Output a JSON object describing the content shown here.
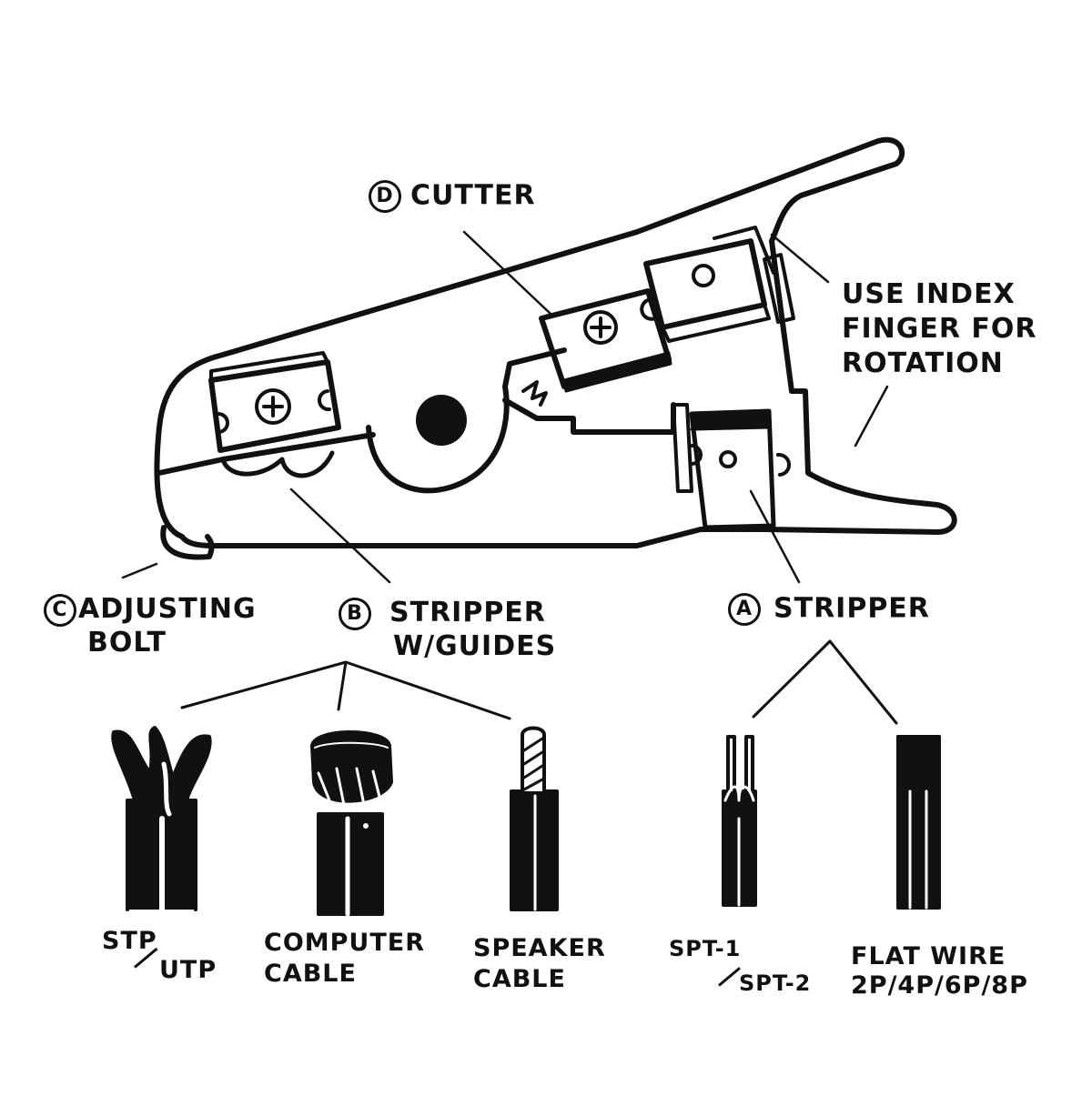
{
  "labels": {
    "cutter": {
      "letter": "D",
      "text": "CUTTER"
    },
    "index_finger": {
      "lines": [
        "USE INDEX",
        "FINGER FOR",
        "ROTATION"
      ]
    },
    "adjusting_bolt": {
      "letter": "C",
      "line1": "ADJUSTING",
      "line2": "BOLT"
    },
    "stripper_guides": {
      "letter": "B",
      "line1": "STRIPPER",
      "line2": "W/GUIDES"
    },
    "stripper": {
      "letter": "A",
      "text": "STRIPPER"
    }
  },
  "cables": [
    {
      "top": "STP",
      "bottom": "UTP"
    },
    {
      "top": "COMPUTER",
      "bottom": "CABLE"
    },
    {
      "top": "SPEAKER",
      "bottom": "CABLE"
    },
    {
      "top": "SPT-1",
      "bottom": "SPT-2"
    },
    {
      "top": "FLAT  WIRE",
      "bottom": "2P/4P/6P/8P"
    }
  ],
  "colors": {
    "ink": "#111111",
    "paper": "#ffffff"
  }
}
